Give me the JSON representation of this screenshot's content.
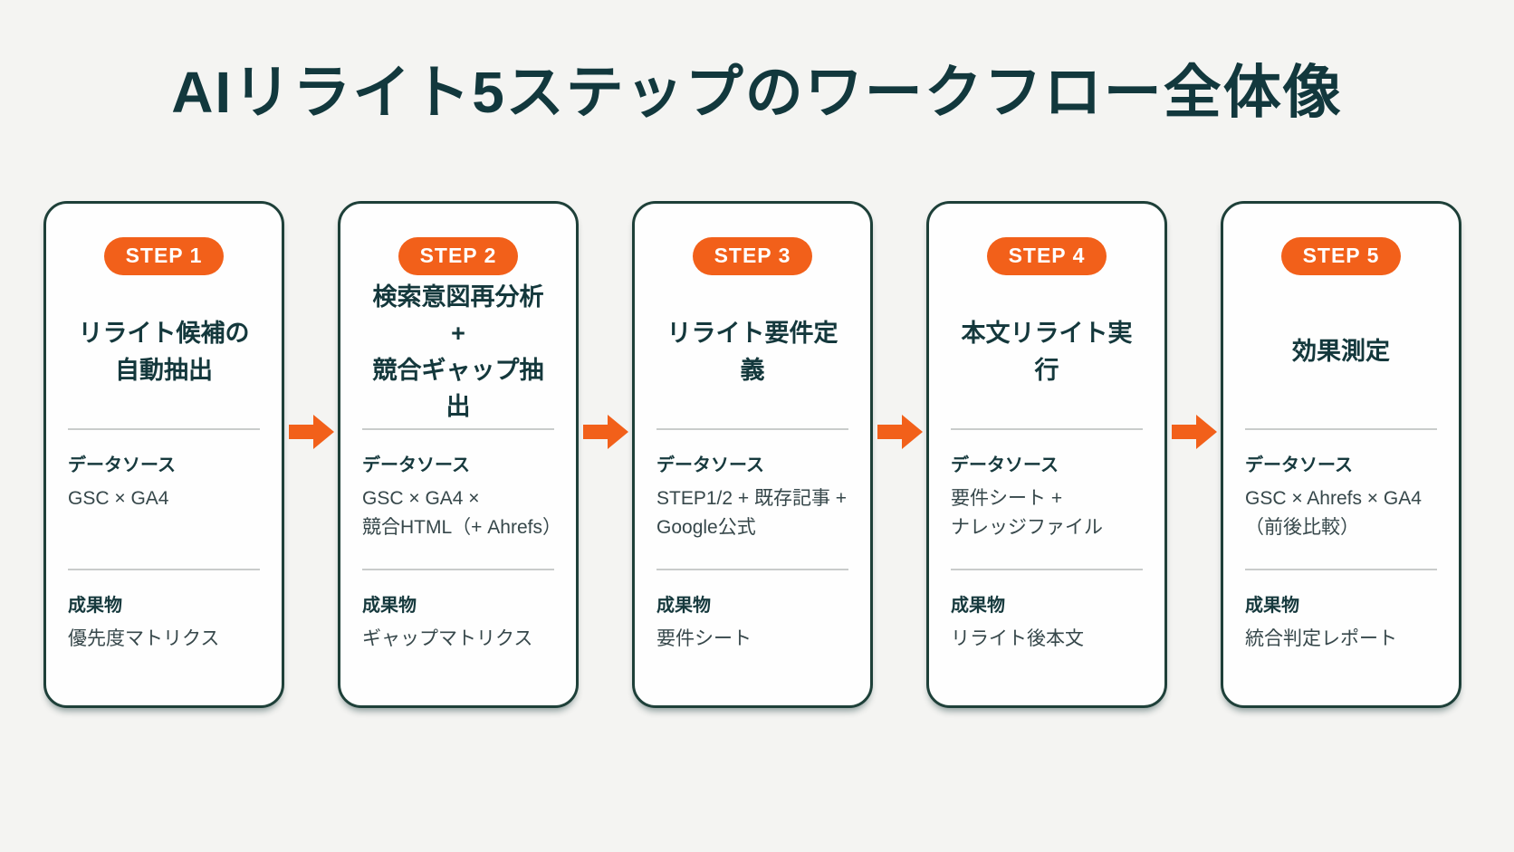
{
  "title": "AIリライト5ステップのワークフロー全体像",
  "labels": {
    "data_source": "データソース",
    "deliverable": "成果物"
  },
  "colors": {
    "accent_orange": "#f2601a",
    "dark_teal_text": "#14383c",
    "card_border_teal": "#1e4039",
    "page_background": "#f4f4f2",
    "divider_gray": "#c9cccb"
  },
  "steps": [
    {
      "badge": "STEP 1",
      "title_lines": [
        "リライト候補の",
        "自動抽出"
      ],
      "data_source_lines": [
        "GSC × GA4"
      ],
      "deliverable": "優先度マトリクス"
    },
    {
      "badge": "STEP 2",
      "title_lines": [
        "検索意図再分析 +",
        "競合ギャップ抽出"
      ],
      "data_source_lines": [
        "GSC × GA4 ×",
        "競合HTML（+ Ahrefs）"
      ],
      "deliverable": "ギャップマトリクス"
    },
    {
      "badge": "STEP 3",
      "title_lines": [
        "リライト要件定義"
      ],
      "data_source_lines": [
        "STEP1/2 + 既存記事 +",
        "Google公式"
      ],
      "deliverable": "要件シート"
    },
    {
      "badge": "STEP 4",
      "title_lines": [
        "本文リライト実行"
      ],
      "data_source_lines": [
        "要件シート +",
        "ナレッジファイル"
      ],
      "deliverable": "リライト後本文"
    },
    {
      "badge": "STEP 5",
      "title_lines": [
        "効果測定"
      ],
      "data_source_lines": [
        "GSC × Ahrefs × GA4",
        "（前後比較）"
      ],
      "deliverable": "統合判定レポート"
    }
  ]
}
